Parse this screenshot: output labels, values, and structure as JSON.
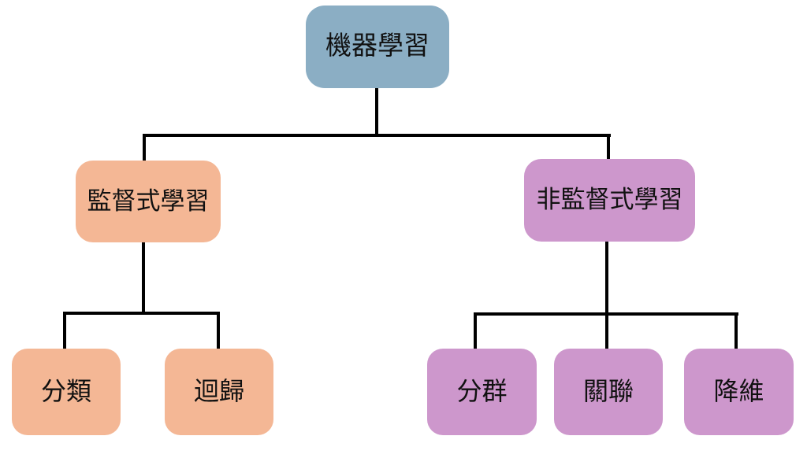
{
  "diagram": {
    "type": "tree",
    "background_color": "#ffffff",
    "connector_color": "#000000",
    "text_color": "#111111",
    "palette": {
      "root_blue": "#8BAEC4",
      "supervised_peach": "#F4B795",
      "unsupervised_purple": "#CD97CC"
    },
    "nodes": {
      "root": {
        "label": "機器學習",
        "color": "#8BAEC4"
      },
      "supervised": {
        "label": "監督式學習",
        "color": "#F4B795"
      },
      "unsupervised": {
        "label": "非監督式學習",
        "color": "#CD97CC"
      },
      "classification": {
        "label": "分類",
        "color": "#F4B795"
      },
      "regression": {
        "label": "迴歸",
        "color": "#F4B795"
      },
      "clustering": {
        "label": "分群",
        "color": "#CD97CC"
      },
      "association": {
        "label": "關聯",
        "color": "#CD97CC"
      },
      "dimensionality_reduction": {
        "label": "降維",
        "color": "#CD97CC"
      }
    },
    "edges": [
      {
        "from": "root",
        "to": "supervised"
      },
      {
        "from": "root",
        "to": "unsupervised"
      },
      {
        "from": "supervised",
        "to": "classification"
      },
      {
        "from": "supervised",
        "to": "regression"
      },
      {
        "from": "unsupervised",
        "to": "clustering"
      },
      {
        "from": "unsupervised",
        "to": "association"
      },
      {
        "from": "unsupervised",
        "to": "dimensionality_reduction"
      }
    ]
  }
}
